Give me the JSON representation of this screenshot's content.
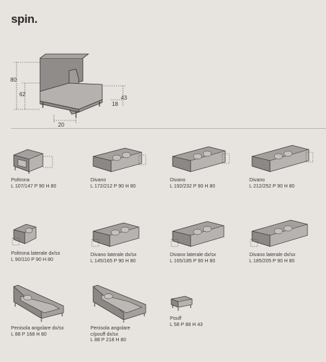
{
  "header": {
    "title": "spin."
  },
  "hero": {
    "dim_height": "80",
    "dim_seat": "62",
    "dim_arm": "43",
    "dim_leg": "18",
    "dim_depth": "20"
  },
  "items": [
    {
      "name": "Poltrona",
      "dims": "L 107/147 P 90 H 80"
    },
    {
      "name": "Divano",
      "dims": "L 172/212 P 90 H 80"
    },
    {
      "name": "Divano",
      "dims": "L 192/232 P 90 H 80"
    },
    {
      "name": "Divano",
      "dims": "L 212/252 P 90 H 80"
    },
    {
      "name": "Poltrona laterale dx/sx",
      "dims": "L 90/110 P 90 H 80"
    },
    {
      "name": "Divano laterale dx/sx",
      "dims": "L 145/165 P 90 H 80"
    },
    {
      "name": "Divano laterale dx/sx",
      "dims": "L 165/185 P 90 H 80"
    },
    {
      "name": "Divano laterale dx/sx",
      "dims": "L 185/205 P 90 H 80"
    },
    {
      "name": "Penisola angolare dx/sx",
      "dims": "L 88 P 168 H 80"
    },
    {
      "name": "Penisola angolare\nc/pouff dx/sx",
      "dims": "L 88 P 218 H 80"
    },
    {
      "name": "Pouff",
      "dims": "L 58 P 88 H 43"
    }
  ]
}
